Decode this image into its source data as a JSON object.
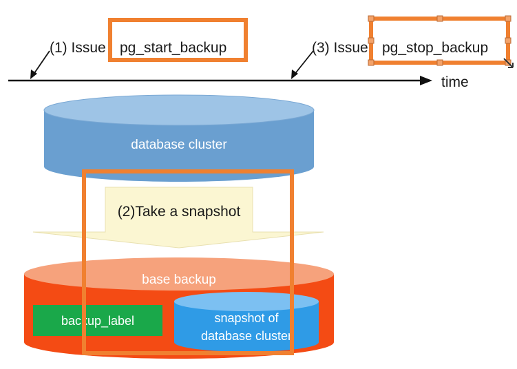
{
  "timeline": {
    "step1_prefix": "(1) Issue",
    "step1_command": "pg_start_backup",
    "step3_prefix": "(3) Issue",
    "step3_command": "pg_stop_backup",
    "axis_label": "time"
  },
  "database_cluster": {
    "label": "database cluster"
  },
  "snapshot_arrow": {
    "label": "(2)Take a snapshot"
  },
  "base_backup": {
    "label": "base backup",
    "backup_label": "backup_label",
    "snapshot_line1": "snapshot of",
    "snapshot_line2": "database cluster"
  },
  "colors": {
    "highlight_orange": "#f08030",
    "cluster_blue": "#6a9fd0",
    "cluster_blue_top": "#9ec4e6",
    "arrow_fill": "#fbf6d2",
    "backup_red": "#f44b14",
    "backup_top": "#f6a27c",
    "label_green": "#1aa84a",
    "snapshot_blue": "#2f9be6",
    "snapshot_blue_top": "#7cc0f2"
  }
}
